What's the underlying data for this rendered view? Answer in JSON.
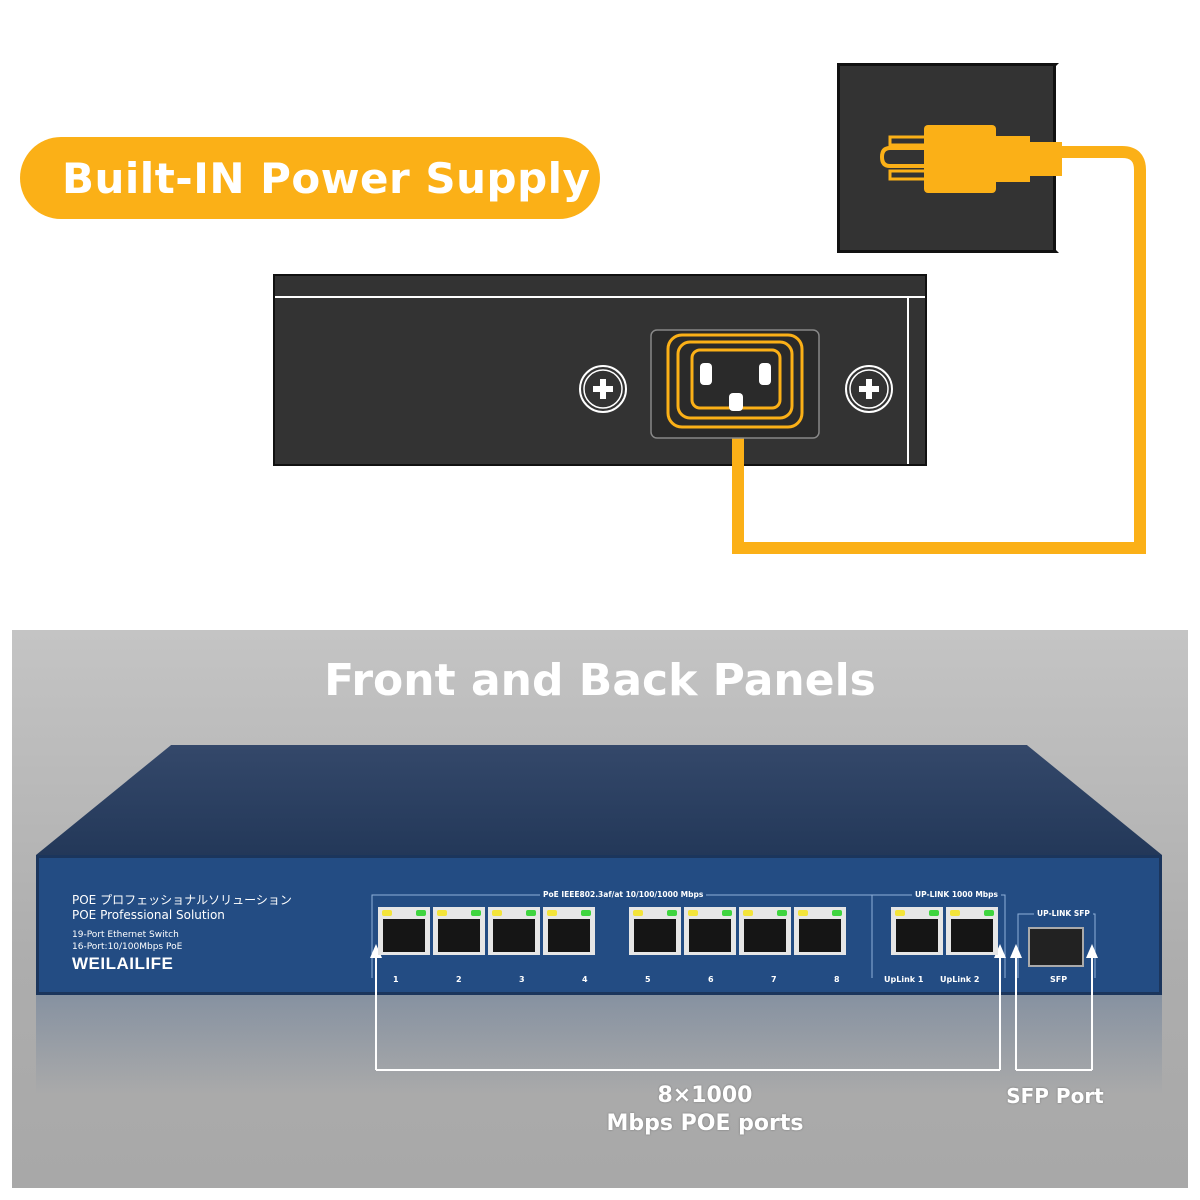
{
  "banner": {
    "label": "Built-IN Power Supply"
  },
  "section_title": "Front and Back Panels",
  "colors": {
    "accent": "#fbb017",
    "switch_blue": "#234c83",
    "panel_dark": "#333333",
    "led_yellow": "#f3e43a",
    "led_green": "#3fd43f"
  },
  "icons": {
    "plug": "power-plug-icon",
    "socket": "iec-power-socket-icon",
    "screw": "screw-plus-icon"
  },
  "switch": {
    "brand_lines": [
      "POE プロフェッショナルソリューション",
      "POE Professional Solution"
    ],
    "spec_lines": [
      "19-Port Ethernet Switch",
      "16-Port:10/100Mbps PoE"
    ],
    "logo": "WEILAILIFE",
    "poe_group_label": "PoE IEEE802.3af/at 10/100/1000 Mbps",
    "uplink_group_label": "UP-LINK 1000 Mbps",
    "sfp_group_label": "UP-LINK SFP",
    "port_labels": [
      "1",
      "2",
      "3",
      "4",
      "5",
      "6",
      "7",
      "8"
    ],
    "uplink_labels": [
      "UpLink 1",
      "UpLink 2"
    ],
    "sfp_label": "SFP"
  },
  "callouts": {
    "poe_line1": "8×1000",
    "poe_line2": "Mbps POE ports",
    "sfp": "SFP Port"
  }
}
